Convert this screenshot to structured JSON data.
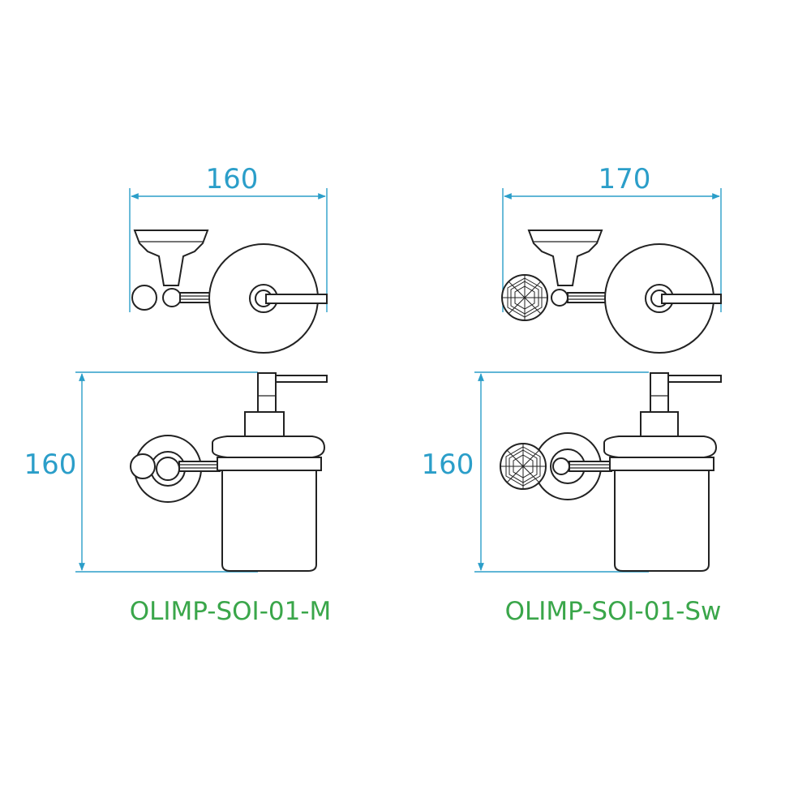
{
  "products": [
    {
      "model": "OLIMP-SOI-01-M",
      "width_label": "160",
      "height_label": "160",
      "knob": "ball"
    },
    {
      "model": "OLIMP-SOI-01-Sw",
      "width_label": "170",
      "height_label": "160",
      "knob": "crystal"
    }
  ],
  "colors": {
    "dimension": "#2b9ec9",
    "model_label": "#3aa64a",
    "outline": "#222222"
  }
}
